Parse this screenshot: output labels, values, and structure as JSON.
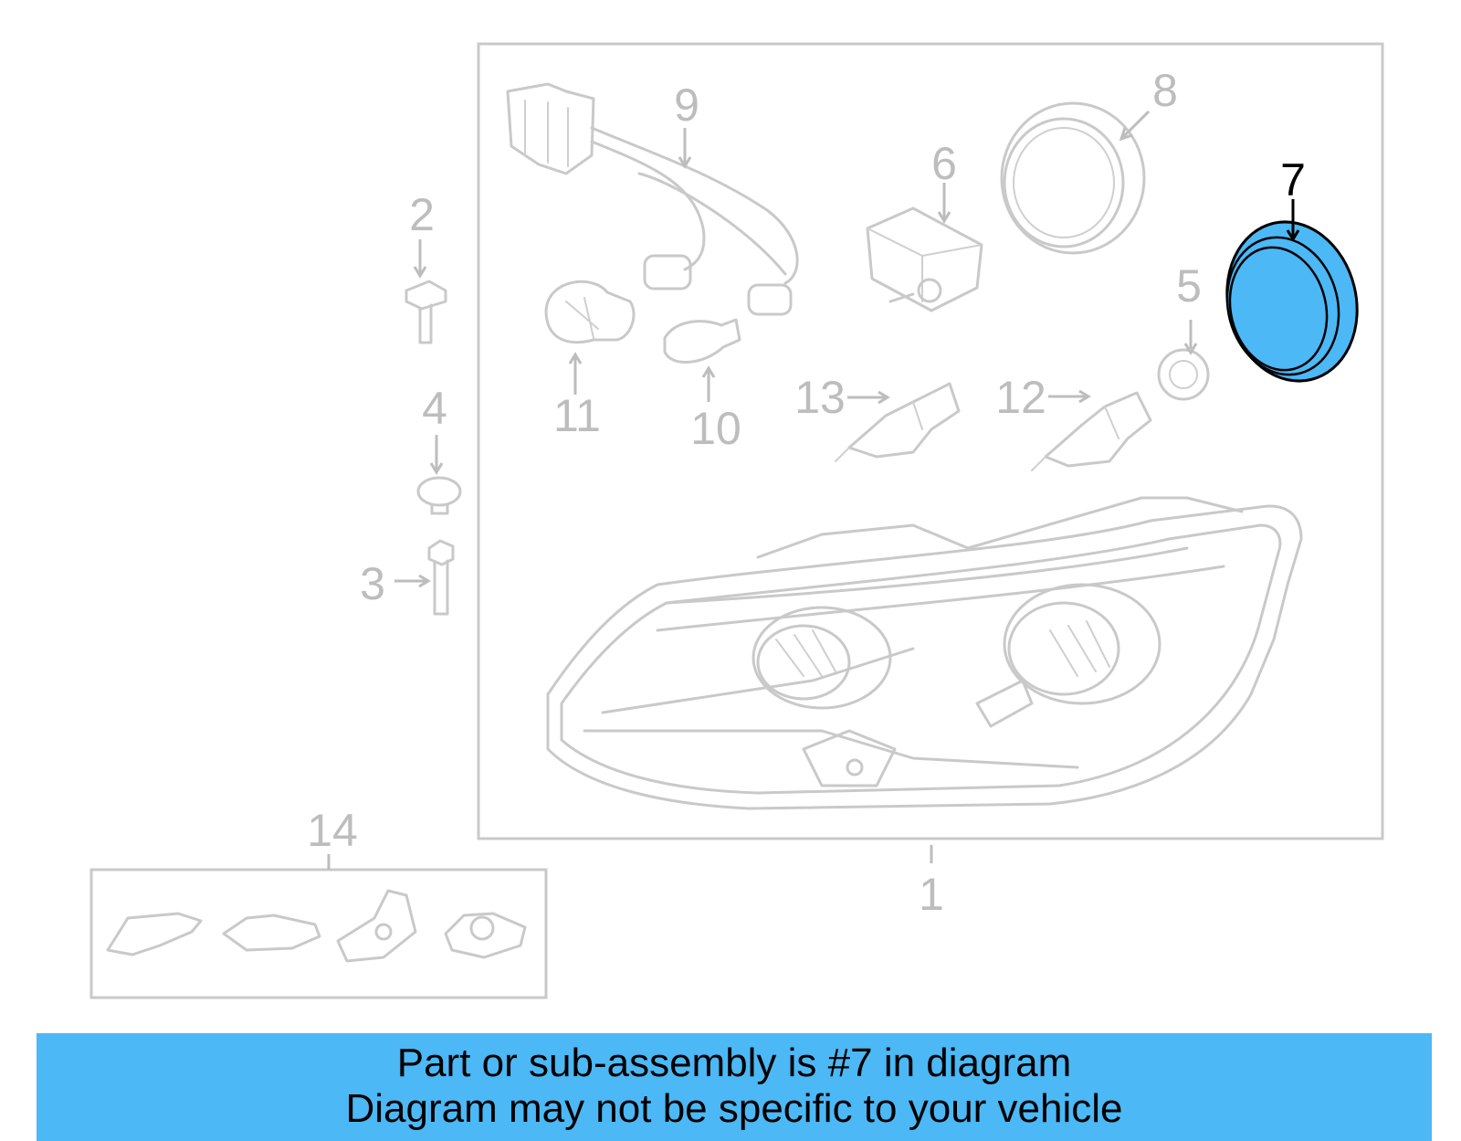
{
  "diagram": {
    "callouts": {
      "c1": "1",
      "c2": "2",
      "c3": "3",
      "c4": "4",
      "c5": "5",
      "c6": "6",
      "c7": "7",
      "c8": "8",
      "c9": "9",
      "c10": "10",
      "c11": "11",
      "c12": "12",
      "c13": "13",
      "c14": "14"
    },
    "highlighted_part": "7",
    "colors": {
      "highlight_fill": "#4cb8f5",
      "faint_line": "#c9c9c9",
      "banner_bg": "#4cb8f5"
    }
  },
  "banner": {
    "line1": "Part or sub-assembly is #7 in diagram",
    "line2": "Diagram may not be specific to your vehicle"
  }
}
